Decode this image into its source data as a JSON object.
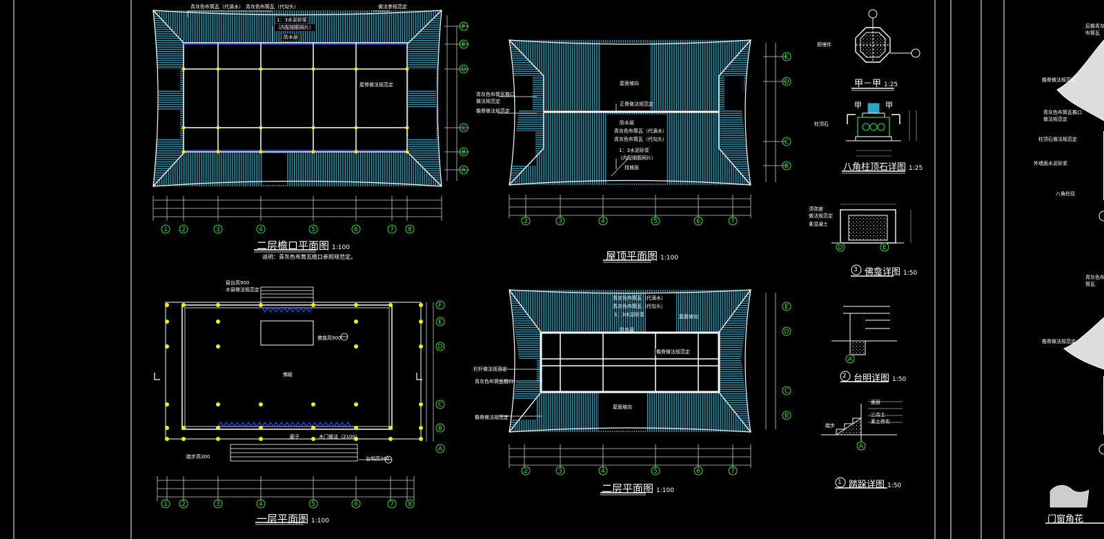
{
  "drawing": {
    "titles": {
      "eave_plan": "二层檐口平面图",
      "eave_plan_scale": "1:100",
      "eave_plan_note": "说明：青灰色布筒瓦檐口参照规范定。",
      "roof_plan": "屋顶平面图",
      "roof_plan_scale": "1:100",
      "first_floor": "一层平面图",
      "first_floor_scale": "1:100",
      "second_floor": "二层平面图",
      "second_floor_scale": "1:100",
      "column_detail": "八角柱顶石详图",
      "column_detail_scale": "1:25",
      "section_jia": "甲－甲",
      "section_jia_scale": "1:25",
      "niche_detail": "佛龛详图",
      "niche_detail_scale": "1:50",
      "niche_no": "3",
      "terrace_detail": "台明详图",
      "terrace_detail_scale": "1:50",
      "terrace_no": "2",
      "step_detail": "踏跺详图",
      "step_detail_scale": "1:50",
      "step_no": "1",
      "window_flower": "门窗角花"
    },
    "annotations": {
      "eave_top_a": "青灰色布筒瓦（代滴水）",
      "eave_top_b": "青灰色布筒瓦（代勾头）",
      "eave_top_c": "做法参规范定",
      "eave_mid_a": "1：3水泥砂浆",
      "eave_mid_b": "（内配钢筋网片）",
      "eave_mid_c": "防水层",
      "eave_right": "屋脊做法规范定",
      "roof_left_a": "青灰色布筒瓦檐口",
      "roof_left_b": "做法规范定",
      "roof_left_c": "檐脊做法规范定",
      "roof_center_a": "屋面坡向",
      "roof_center_b": "正脊做法规范定",
      "roof_center_c": "防水层",
      "roof_center_d": "青灰色布筒瓦（代滴水）",
      "roof_center_e": "青灰色布筒瓦（代勾头）",
      "roof_center_f": "1：3水泥砂浆",
      "roof_center_g": "（内配钢筋网片）",
      "roof_center_h": "找坡层",
      "floor1_top_a": "窗台高900",
      "floor1_top_b": "木窗做法规范定",
      "floor1_center": "佛殿",
      "floor1_niche": "佛龛高900",
      "floor1_bottom_a": "木门做法（2100）",
      "floor1_bottom_b": "台明高300",
      "floor1_bottom_c": "廊子",
      "floor1_bottom_d": "踏步高300",
      "floor2_a": "青灰色布筒瓦（代滴水）",
      "floor2_b": "青灰色布筒瓦（代勾头）",
      "floor2_c": "1：3水泥砂浆",
      "floor2_d": "防水层",
      "floor2_e": "屋面坡向",
      "floor2_f": "檐脊做法规范定",
      "floor2_g": "青灰色布筒瓦檐口",
      "floor2_h": "檐脊做法规范定",
      "floor2_i": "栏杆做法规范定",
      "floor2_j": "屋面坡向",
      "detail_a": "预埋件",
      "detail_b": "柱顶石",
      "detail_c": "须弥座",
      "detail_d": "做法规范定",
      "detail_e": "素混凝土",
      "detail_f": "面层",
      "detail_g": "三合土",
      "detail_h": "素土夯实",
      "detail_i": "踏步",
      "right_a": "后檐青灰色",
      "right_b": "布筒瓦",
      "right_c": "檐脊做法规范定",
      "right_d": "檐脊做法规范定",
      "right_e": "青灰色布筒瓦檐口",
      "right_f": "做法规范定",
      "right_g": "柱顶石做法规范定",
      "right_h": "外墙面水泥砂浆",
      "right_i": "八角柱径",
      "right_j": "青灰色布",
      "right_k": "筒瓦"
    },
    "axis_numbers": [
      "1",
      "2",
      "3",
      "4",
      "5",
      "6",
      "7",
      "8"
    ],
    "axis_letters": [
      "A",
      "B",
      "C",
      "D",
      "E",
      "F"
    ],
    "section_marks": {
      "jia": "甲"
    },
    "colors": {
      "background": "#000000",
      "line": "#ffffff",
      "hatch": "#2aa6c8",
      "axis_bubble": "#33dd33",
      "column": "#ffee00",
      "window": "#3344ff",
      "dimension": "#cccccc"
    }
  }
}
